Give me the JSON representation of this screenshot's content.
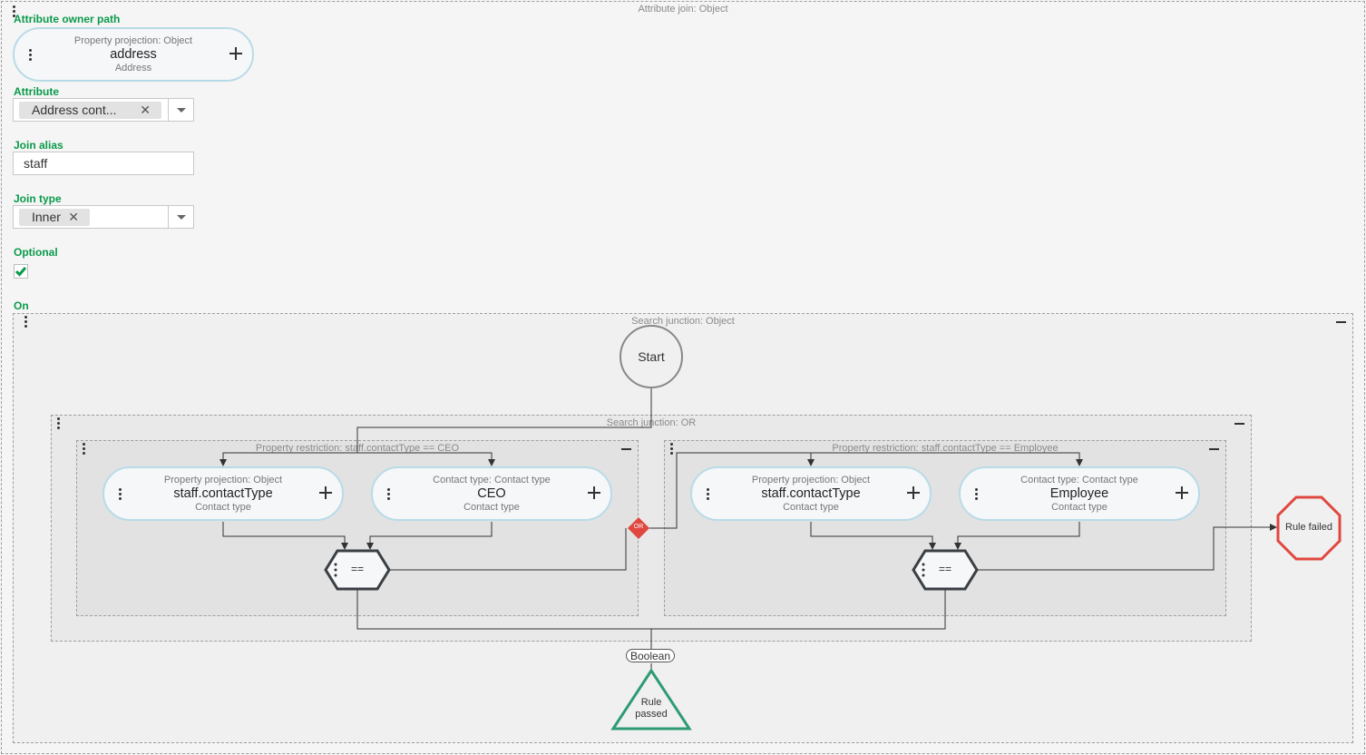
{
  "outer_box": {
    "title": "Attribute join: Object"
  },
  "fields": {
    "owner_path_label": "Attribute owner path",
    "owner_pill": {
      "subtitle": "Property projection: Object",
      "name": "address",
      "type": "Address"
    },
    "attribute_label": "Attribute",
    "attribute_value": "Address cont...",
    "join_alias_label": "Join alias",
    "join_alias_value": "staff",
    "join_type_label": "Join type",
    "join_type_value": "Inner",
    "optional_label": "Optional",
    "optional_checked": true,
    "on_label": "On"
  },
  "search_junction": {
    "title": "Search junction: Object",
    "start_label": "Start",
    "or_box_title": "Search junction: OR",
    "or_badge": "OR",
    "restriction_left": {
      "title": "Property restriction: staff.contactType == CEO",
      "left_pill": {
        "subtitle": "Property projection: Object",
        "name": "staff.contactType",
        "type": "Contact type"
      },
      "right_pill": {
        "subtitle": "Contact type: Contact type",
        "name": "CEO",
        "type": "Contact type"
      },
      "operator": "=="
    },
    "restriction_right": {
      "title": "Property restriction: staff.contactType == Employee",
      "left_pill": {
        "subtitle": "Property projection: Object",
        "name": "staff.contactType",
        "type": "Contact type"
      },
      "right_pill": {
        "subtitle": "Contact type: Contact type",
        "name": "Employee",
        "type": "Contact type"
      },
      "operator": "=="
    },
    "boolean_label": "Boolean",
    "rule_passed": [
      "Rule",
      "passed"
    ],
    "rule_failed": "Rule failed"
  },
  "colors": {
    "label_green": "#0a9a4a",
    "pill_border": "#b9dbe8",
    "rule_passed": "#2e9b73",
    "rule_failed": "#e0473f"
  }
}
